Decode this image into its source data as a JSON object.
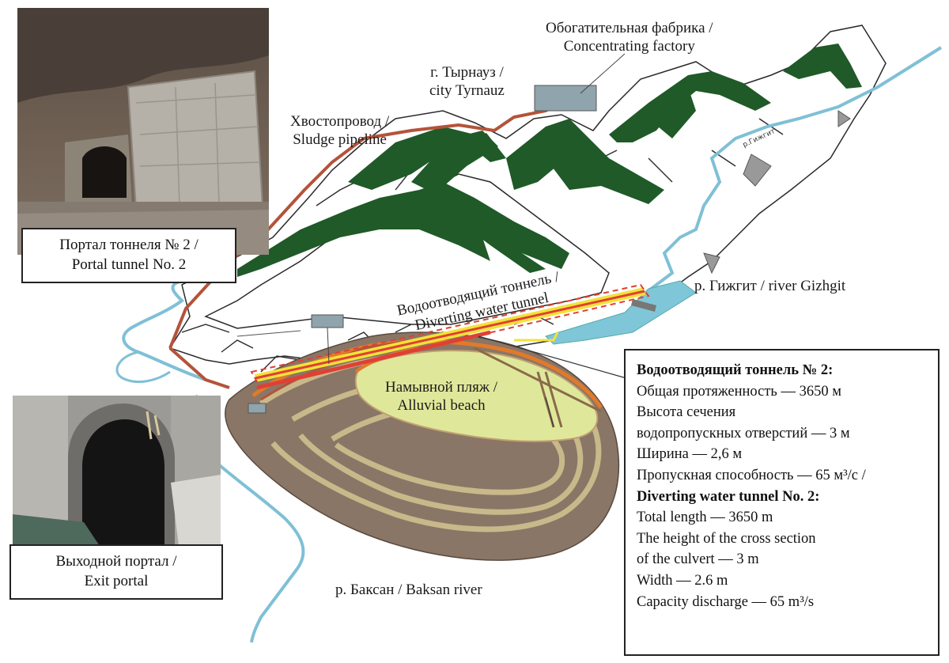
{
  "labels": {
    "factory": [
      "Обогатительная фабрика /",
      "Concentrating factory"
    ],
    "city": [
      "г. Тырнауз /",
      "city Tyrnauz"
    ],
    "pipeline": [
      "Хвостопровод /",
      "Sludge pipeline"
    ],
    "tunnel": [
      "Водоотводящий тоннель /",
      "Diverting water tunnel"
    ],
    "river_gizhgit": "р. Гижгит / river Gizhgit",
    "river_gizhgit_map": "р.Гижгит",
    "beach": [
      "Намывной пляж /",
      "Alluvial beach"
    ],
    "river_baksan": "р. Баксан / Baksan river"
  },
  "captions": {
    "portal_tunnel": [
      "Портал тоннеля № 2 /",
      "Portal tunnel No. 2"
    ],
    "exit_portal": [
      "Выходной портал /",
      "Exit portal"
    ]
  },
  "info": {
    "ru_title": "Водоотводящий тоннель № 2:",
    "ru_lines": [
      "Общая протяженность — 3650 м",
      "Высота сечения",
      "водопропускных отверстий — 3 м",
      "Ширина — 2,6 м",
      "Пропускная способность — 65 м³/с  /"
    ],
    "en_title": "Diverting water tunnel No. 2:",
    "en_lines": [
      "Total length — 3650 m",
      "The height of the cross section",
      "of the culvert — 3 m",
      "Width — 2.6 m",
      "Capacity discharge — 65 m³/s"
    ]
  },
  "colors": {
    "tree": "#1f5a28",
    "pipeline": "#b4533a",
    "river": "#7fc0d6",
    "beach": "#dfe89a",
    "tailings": "#8a7666",
    "tunnel_yellow": "#f2e23a",
    "tunnel_red": "#e04034",
    "building": "#8fa4ad"
  }
}
